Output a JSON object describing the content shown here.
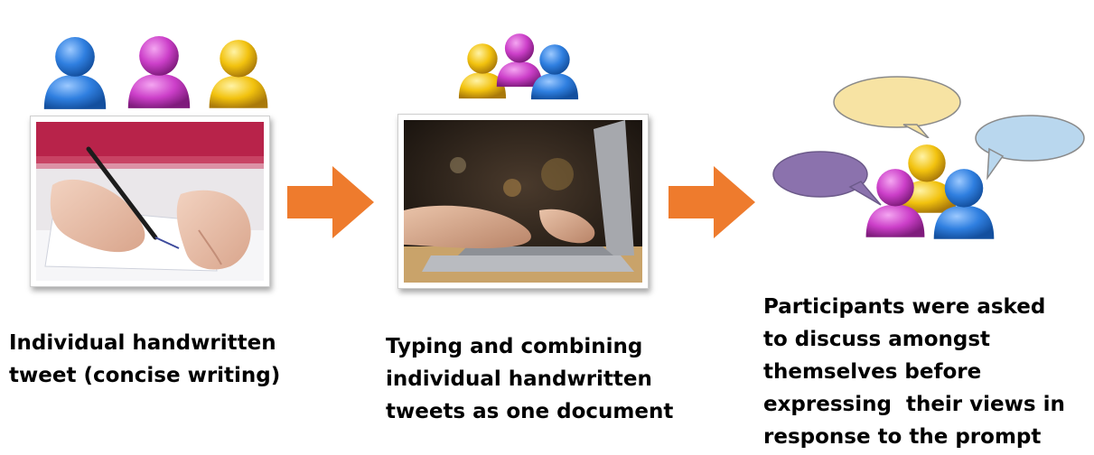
{
  "colors": {
    "blue_person": "#2f7fe0",
    "pink_person": "#cc3fc9",
    "yellow_person": "#f2c20e",
    "arrow": "#ee7b2d",
    "bubble_yellow": "#f7e3a3",
    "bubble_blue": "#b9d7ee",
    "bubble_purple": "#8b72ad"
  },
  "steps": [
    {
      "caption_lines": [
        "Individual handwritten",
        "tweet (concise writing)"
      ],
      "photo": "hand-writing-photo",
      "people": [
        "blue",
        "pink",
        "yellow"
      ]
    },
    {
      "caption_lines": [
        "Typing and combining",
        "individual handwritten",
        "tweets as one document"
      ],
      "photo": "laptop-typing-photo",
      "people": [
        "yellow",
        "pink",
        "blue"
      ]
    },
    {
      "caption_lines": [
        "Participants were asked",
        "to discuss amongst",
        "themselves before",
        "expressing  their views in",
        "response to the prompt"
      ],
      "people": [
        "pink",
        "yellow",
        "blue"
      ],
      "bubbles": [
        "yellow",
        "blue",
        "purple"
      ]
    }
  ],
  "arrows": [
    "arrow-1",
    "arrow-2"
  ]
}
